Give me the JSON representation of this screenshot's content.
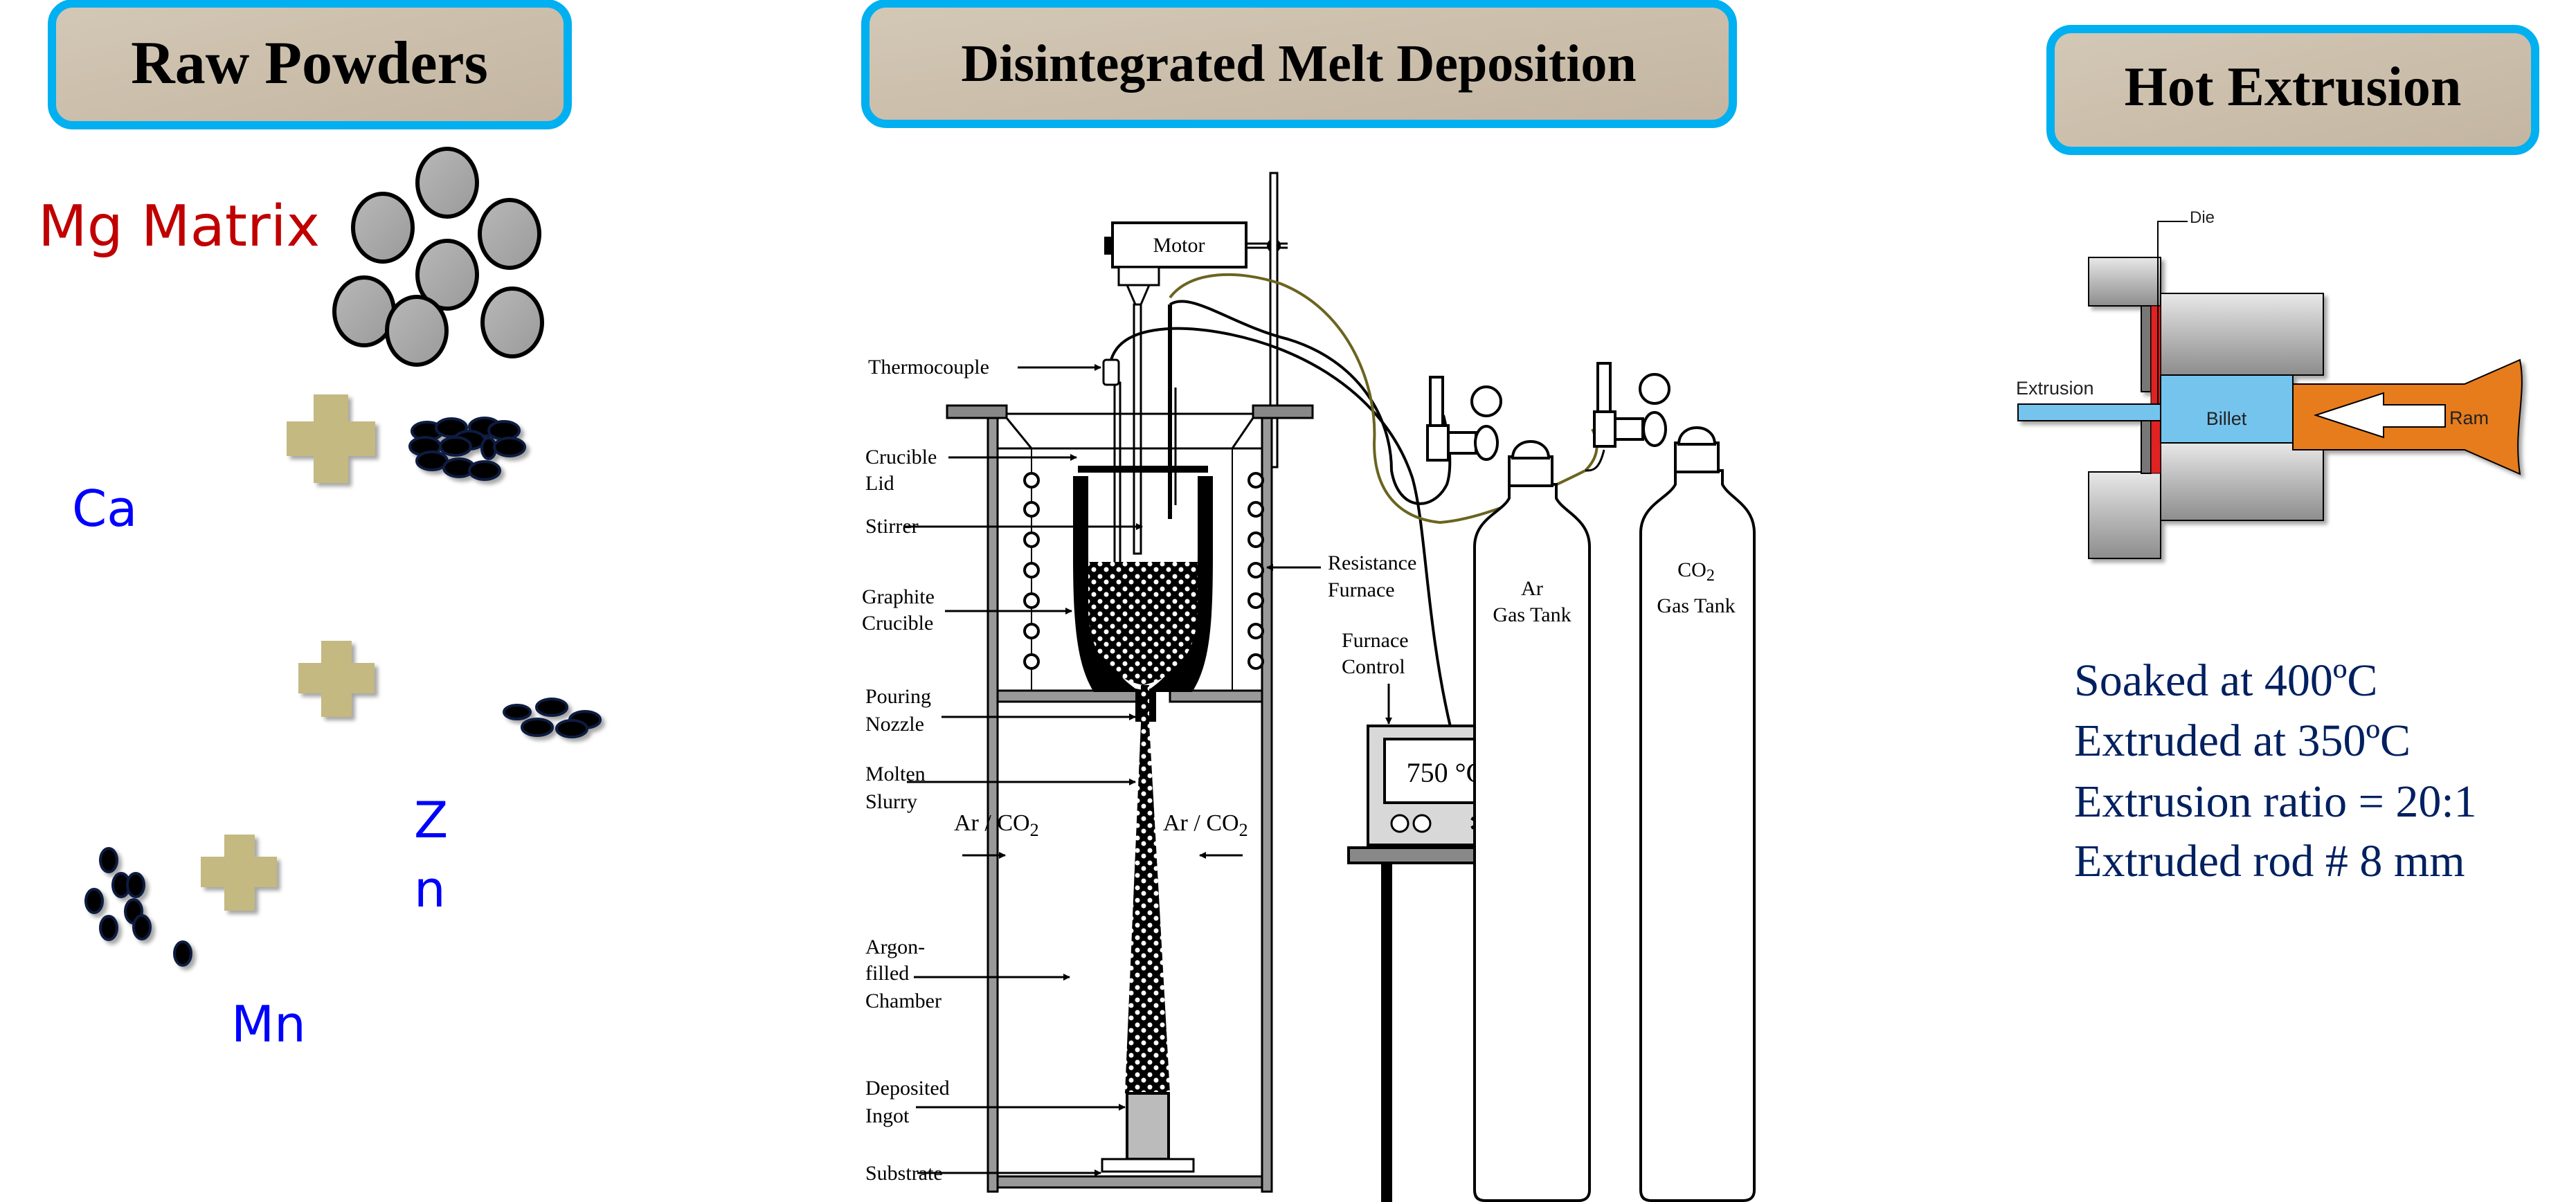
{
  "panels": {
    "raw_powders": {
      "title": "Raw Powders",
      "matrix_label": "Mg Matrix",
      "additives": [
        {
          "label": "Ca"
        },
        {
          "label_line1": "Z",
          "label_line2": "n"
        },
        {
          "label": "Mn"
        }
      ]
    },
    "dmd": {
      "title": "Disintegrated Melt Deposition",
      "labels": {
        "motor": "Motor",
        "thermocouple": "Thermocouple",
        "crucible_lid_1": "Crucible",
        "crucible_lid_2": "Lid",
        "stirrer": "Stirrer",
        "graphite_1": "Graphite",
        "graphite_2": "Crucible",
        "nozzle_1": "Pouring",
        "nozzle_2": "Nozzle",
        "slurry_1": "Molten",
        "slurry_2": "Slurry",
        "gas_left": "Ar / CO",
        "gas_right": "Ar / CO",
        "gas_sub": "2",
        "chamber_1": "Argon-",
        "chamber_2": "filled",
        "chamber_3": "Chamber",
        "ingot_1": "Deposited",
        "ingot_2": "Ingot",
        "substrate": "Substrate",
        "furnace_1": "Resistance",
        "furnace_2": "Furnace",
        "control_1": "Furnace",
        "control_2": "Control",
        "ar_tank_1": "Ar",
        "ar_tank_2": "Gas Tank",
        "co2_tank_1": "CO",
        "co2_tank_sub": "2",
        "co2_tank_2": "Gas Tank",
        "temperature_display": "750 °C"
      }
    },
    "hot_extrusion": {
      "title": "Hot Extrusion",
      "labels": {
        "die": "Die",
        "extrusion": "Extrusion",
        "billet": "Billet",
        "ram": "Ram"
      },
      "parameters": [
        "Soaked at 400ºC",
        "Extruded at 350ºC",
        "Extrusion ratio = 20:1",
        "Extruded rod # 8 mm"
      ]
    }
  },
  "colors": {
    "header_border": "#00b0f0",
    "header_fill": "#cdc1ad",
    "mg_label": "#c00000",
    "element_label": "#0000ff",
    "plus_sign": "#c3b981",
    "params_text": "#002060",
    "billet": "#74c4ee",
    "ram": "#e77c1e",
    "die": "#e02020",
    "gas_line": "#6b6420"
  }
}
